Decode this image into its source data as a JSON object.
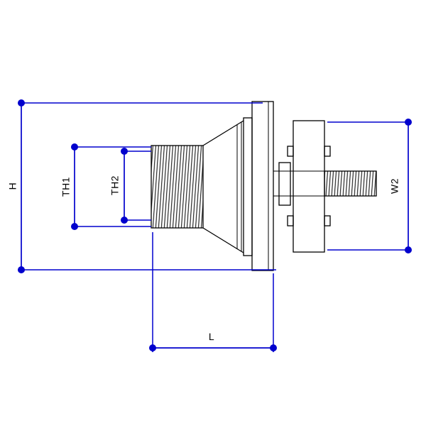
{
  "dimensions": {
    "h": {
      "label": "H"
    },
    "th1": {
      "label": "TH1"
    },
    "th2": {
      "label": "TH2"
    },
    "w2": {
      "label": "W2"
    },
    "l": {
      "label": "L"
    }
  },
  "colors": {
    "dimension": "#0000cd",
    "part": "#000000",
    "label": "#000000",
    "background": "#ffffff"
  }
}
